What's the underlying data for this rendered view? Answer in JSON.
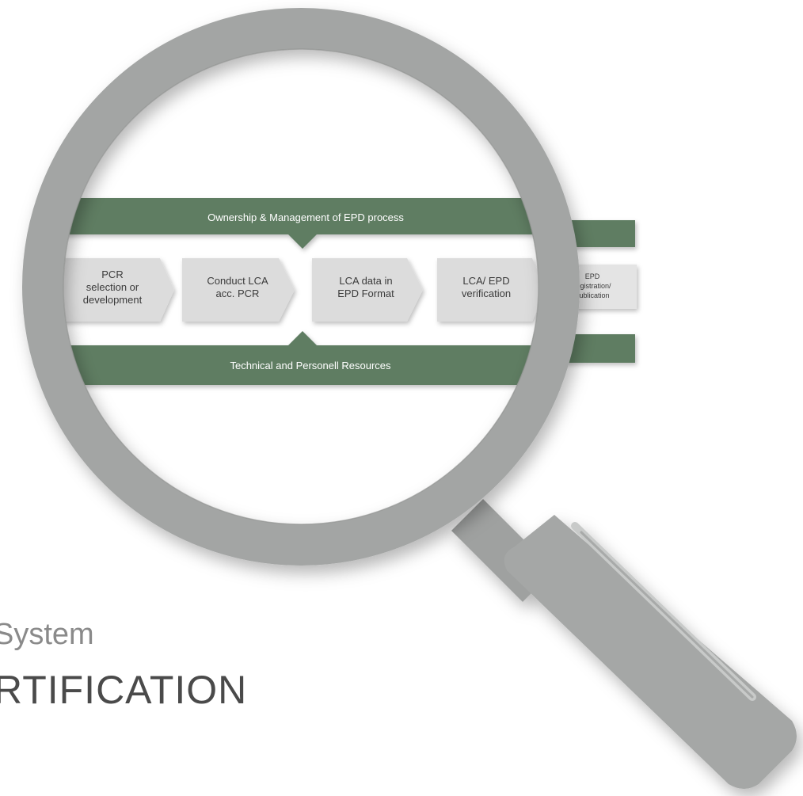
{
  "diagram": {
    "top_band_label": "Ownership & Management of EPD process",
    "bottom_band_label": "Technical and Personell Resources",
    "steps": [
      {
        "lines": [
          "PCR",
          "selection or",
          "development"
        ]
      },
      {
        "lines": [
          "Conduct LCA",
          "acc. PCR"
        ]
      },
      {
        "lines": [
          "LCA data in",
          "EPD Format"
        ]
      },
      {
        "lines": [
          "LCA/ EPD",
          "verification"
        ]
      },
      {
        "lines": [
          "EPD",
          "registration/",
          "publication"
        ]
      }
    ]
  },
  "caption": {
    "subtitle": "System",
    "title": "RTIFICATION"
  },
  "colors": {
    "band_green": "#5e7d62",
    "lens_gray": "#a3a5a4",
    "chevron_fill": "#dcdcdc",
    "chevron_fill_outside": "#e4e4e4"
  }
}
